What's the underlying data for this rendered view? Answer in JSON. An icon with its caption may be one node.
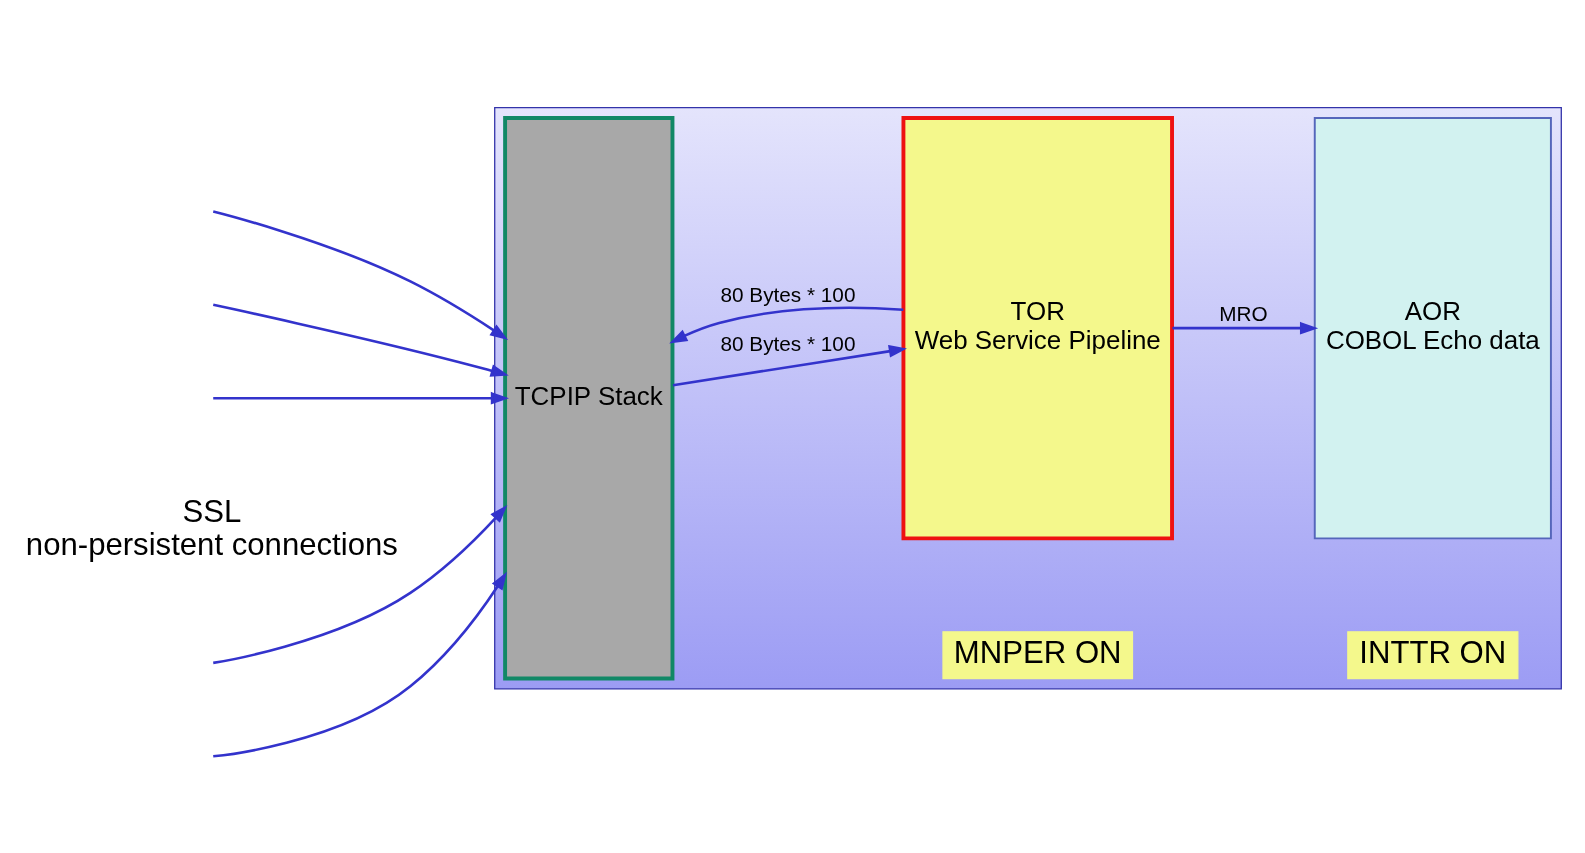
{
  "diagram": {
    "nodes": [
      {
        "text": [],
        "shape": "box"
      },
      {
        "text": [
          "TCPIP Stack"
        ],
        "in": 0
      },
      {
        "text": [
          "TOR",
          "Web Service Pipeline"
        ],
        "in": 0
      },
      {
        "text": [
          "AOR",
          "COBOL Echo data"
        ],
        "in": 0
      },
      {
        "text": [
          "MNPER ON"
        ],
        "in": 0
      },
      {
        "text": [
          "INTTR ON"
        ],
        "in": 0
      }
    ],
    "edges": [
      {
        "from": null,
        "to": 1,
        "arrow": "to"
      },
      {
        "from": null,
        "to": 1,
        "arrow": "to"
      },
      {
        "from": null,
        "to": 1,
        "arrow": "to"
      },
      {
        "from": null,
        "to": 1,
        "arrow": "to"
      },
      {
        "from": null,
        "to": 1,
        "arrow": "to"
      },
      {
        "from": 1,
        "to": 2,
        "arrow": "to",
        "label": "80 Bytes * 100"
      },
      {
        "from": 2,
        "to": 1,
        "arrow": "to",
        "label": "80 Bytes * 100"
      },
      {
        "from": 2,
        "to": 3,
        "arrow": "to",
        "label": "MRO"
      }
    ],
    "labels": [
      "SSL non-persistent connections"
    ]
  }
}
